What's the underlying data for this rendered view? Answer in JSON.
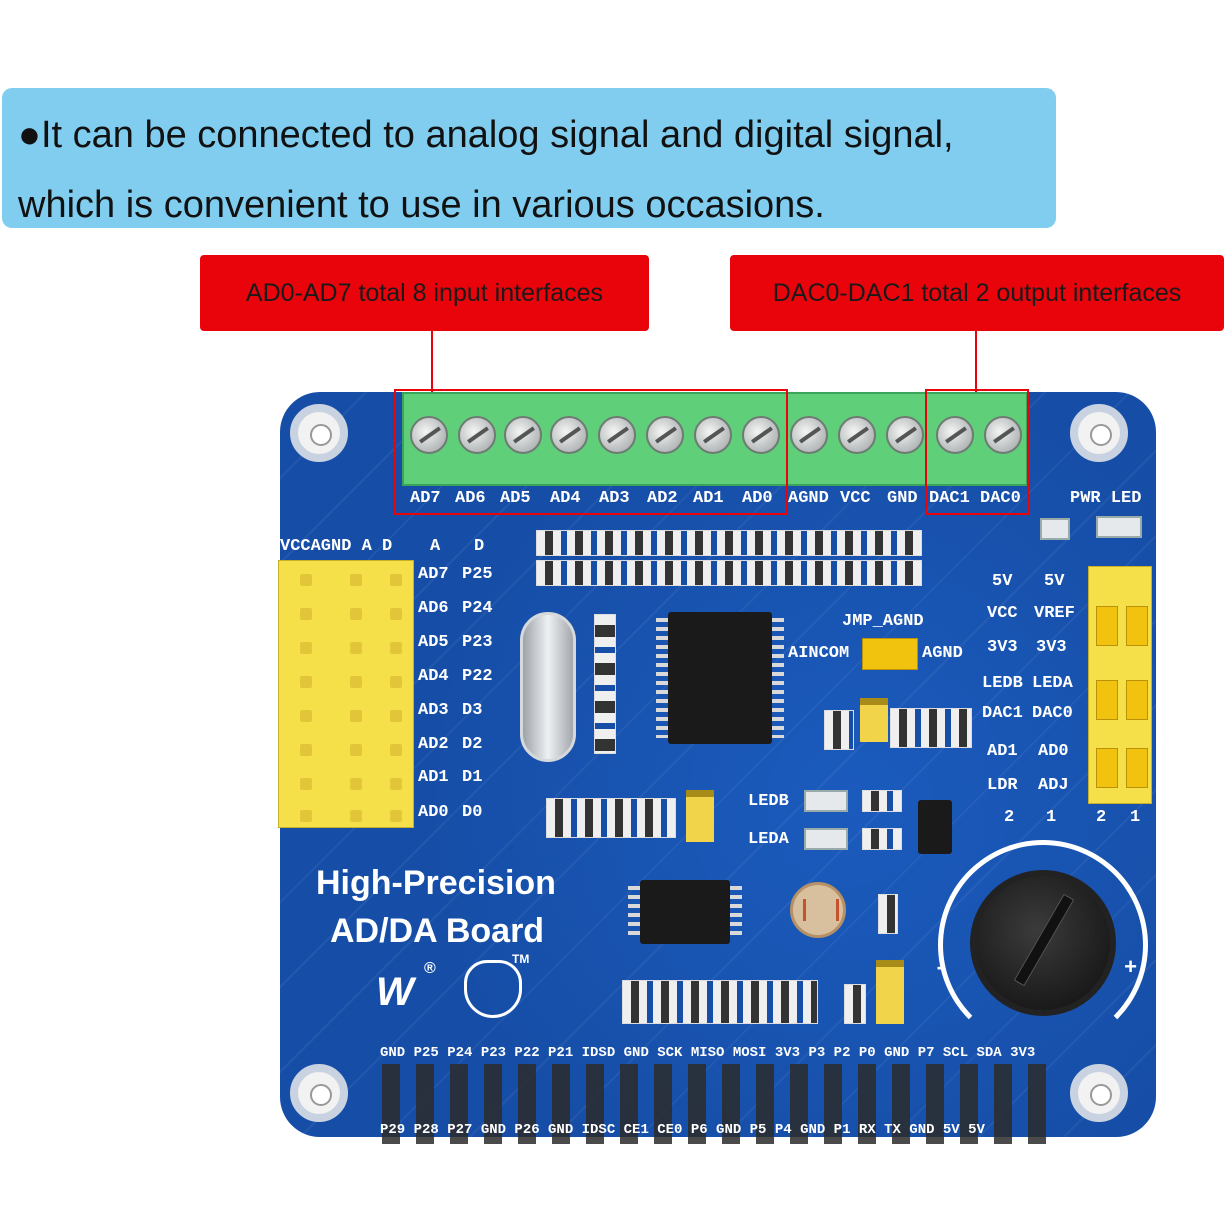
{
  "banner": {
    "line1": "●It can be connected to analog signal and digital signal,",
    "line2": "which is convenient to use in various occasions."
  },
  "callouts": {
    "inputs": "AD0-AD7 total 8 input interfaces",
    "outputs": "DAC0-DAC1 total 2 output interfaces"
  },
  "board": {
    "title_line1": "High-Precision",
    "title_line2": "AD/DA Board",
    "terminal_labels": [
      "AD7",
      "AD6",
      "AD5",
      "AD4",
      "AD3",
      "AD2",
      "AD1",
      "AD0",
      "AGND",
      "VCC",
      "GND",
      "DAC1",
      "DAC0"
    ],
    "pwr_led": "PWR LED",
    "left_header_top": "VCCAGND A   D",
    "left_col_a_title": "A",
    "left_col_d_title": "D",
    "left_col_a": [
      "AD7",
      "AD6",
      "AD5",
      "AD4",
      "AD3",
      "AD2",
      "AD1",
      "AD0"
    ],
    "left_col_d": [
      "P25",
      "P24",
      "P23",
      "P22",
      "D3",
      "D2",
      "D1",
      "D0"
    ],
    "jmp_agnd": "JMP_AGND",
    "aincom": "AINCOM",
    "agnd": "AGND",
    "right_col1": [
      "5V",
      "VCC",
      "3V3",
      "LEDB",
      "DAC1",
      "AD1",
      "LDR"
    ],
    "right_col2": [
      "5V",
      "VREF",
      "3V3",
      "LEDA",
      "DAC0",
      "AD0",
      "ADJ"
    ],
    "right_nums": [
      "2",
      "1",
      "2",
      "1"
    ],
    "ledb": "LEDB",
    "leda": "LEDA",
    "pot_minus": "-",
    "pot_plus": "+",
    "gpio_top": "GND P25 P24 P23 P22 P21 IDSD GND SCK MISO MOSI 3V3 P3 P2 P0 GND P7 SCL SDA 3V3",
    "gpio_bottom": "P29 P28 P27 GND P26 GND IDSC CE1 CE0 P6 GND P5 P4 GND P1 RX TX GND 5V 5V",
    "logo_mark": "W",
    "registered": "®",
    "trademark": "TM"
  },
  "colors": {
    "banner": "#80cdf0",
    "callout": "#e8040a",
    "pcb": "#164ea7",
    "terminal": "#5fcf7a",
    "header_pins": "#f5e04a"
  }
}
